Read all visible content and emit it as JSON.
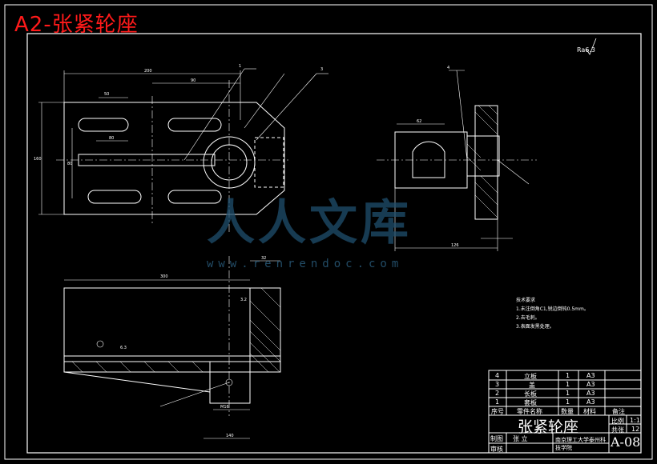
{
  "header": {
    "title": "A2-张紧轮座"
  },
  "watermark": {
    "text": "人人文库",
    "url": "www.renrendoc.com"
  },
  "notes": {
    "title": "技术要求",
    "items": [
      "1.未注倒角C1,锐边倒钝0.5mm。",
      "2.去毛刺。",
      "3.表面发黑处理。"
    ]
  },
  "roughness_label": "Ra6.3",
  "parts_list": {
    "rows": [
      {
        "no": "4",
        "name": "立板",
        "qty": "1",
        "material": "A3"
      },
      {
        "no": "3",
        "name": "盖",
        "qty": "1",
        "material": "A3"
      },
      {
        "no": "2",
        "name": "长板",
        "qty": "1",
        "material": "A3"
      },
      {
        "no": "1",
        "name": "套板",
        "qty": "1",
        "material": "A3"
      }
    ],
    "headers": {
      "no": "序号",
      "name": "零件名称",
      "qty": "数量",
      "material": "材料",
      "remark": "备注"
    }
  },
  "title_block": {
    "drawing_name": "张紧轮座",
    "scale_label": "比例",
    "scale_value": "1:1",
    "sheet_label": "共张",
    "sheet_value": "12",
    "drawn_label": "制图",
    "drawn_name": "张 立",
    "check_label": "审核",
    "school": "南京理工大学泰州科技学院",
    "drawing_no": "A-08"
  },
  "colors": {
    "background": "#000000",
    "line": "#ffffff",
    "title": "#ff1a1a",
    "watermark": "#1f4f6e"
  }
}
